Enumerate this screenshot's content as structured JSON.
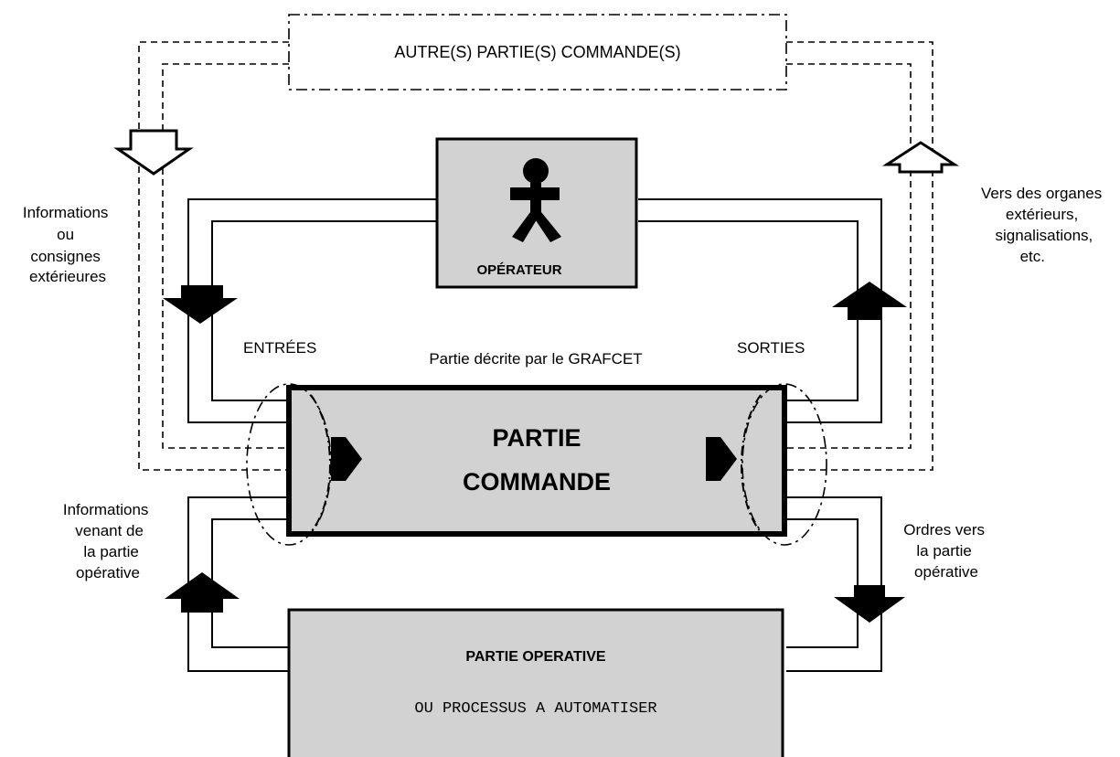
{
  "labels": {
    "autres_commandes": "AUTRE(S) PARTIE(S) COMMANDE(S)",
    "operateur": "OPÉRATEUR",
    "informations_ext": [
      "Informations",
      "ou",
      "consignes",
      "extérieures"
    ],
    "vers_organes": [
      "Vers des organes",
      "extérieurs,",
      "signalisations,",
      "etc."
    ],
    "entrees": "ENTRÉES",
    "sorties": "SORTIES",
    "partie_decrite": "Partie décrite par le GRAFCET",
    "partie_commande": [
      "PARTIE",
      "COMMANDE"
    ],
    "informations_po": [
      "Informations",
      "venant de",
      "la partie",
      "opérative"
    ],
    "ordres_po": [
      "Ordres vers",
      "la partie",
      "opérative"
    ],
    "partie_operative": "PARTIE OPERATIVE",
    "processus": "OU PROCESSUS A AUTOMATISER"
  },
  "colors": {
    "ink": "#000000",
    "fill_grey": "#d2d2d2",
    "background": "#ffffff"
  },
  "icons": {
    "operator": "stick-figure-icon",
    "arrow_in": "hollow-down-arrow",
    "arrow_out": "hollow-up-arrow"
  }
}
